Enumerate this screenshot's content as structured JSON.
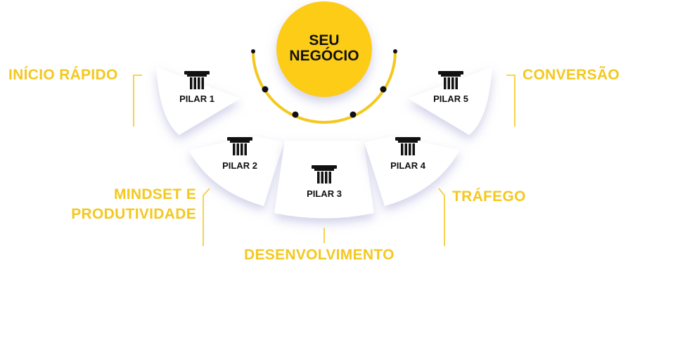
{
  "colors": {
    "accent": "#f4c81f",
    "center": "#fccc17",
    "card": "#ffffff",
    "shadow": "#d9d9ee",
    "text": "#111111"
  },
  "center": {
    "line1": "SEU",
    "line2": "NEGÓCIO"
  },
  "pillars": [
    {
      "label": "PILAR 1",
      "topic": "INÍCIO RÁPIDO",
      "icon": "pillar-icon"
    },
    {
      "label": "PILAR 2",
      "topic_line1": "MINDSET E",
      "topic_line2": "PRODUTIVIDADE",
      "icon": "pillar-icon"
    },
    {
      "label": "PILAR 3",
      "topic": "DESENVOLVIMENTO",
      "icon": "pillar-icon"
    },
    {
      "label": "PILAR 4",
      "topic": "TRÁFEGO",
      "icon": "pillar-icon"
    },
    {
      "label": "PILAR 5",
      "topic": "CONVERSÃO",
      "icon": "pillar-icon"
    }
  ]
}
